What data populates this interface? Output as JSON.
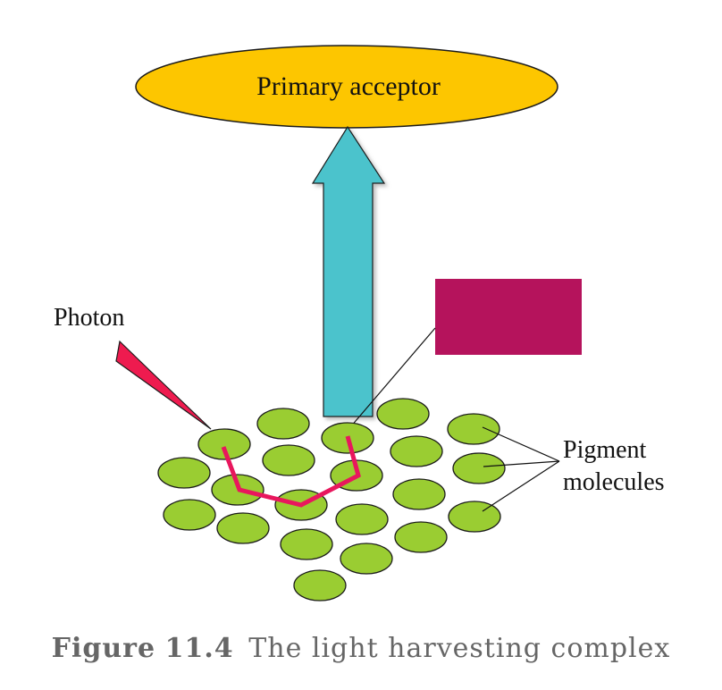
{
  "diagram": {
    "primary_acceptor_label": "Primary acceptor",
    "photon_label": "Photon",
    "pigment_label_line1": "Pigment",
    "pigment_label_line2": "molecules",
    "colors": {
      "acceptor_fill": "#fdc600",
      "arrow_fill": "#4cc3cc",
      "photon_fill": "#ee1b4f",
      "reaction_center_box": "#b5135c",
      "pigment_fill": "#9acd32",
      "energy_path": "#e8175d"
    }
  },
  "caption": {
    "figure_word": "Figure",
    "figure_number": "11.4",
    "text": "The light harvesting complex"
  }
}
